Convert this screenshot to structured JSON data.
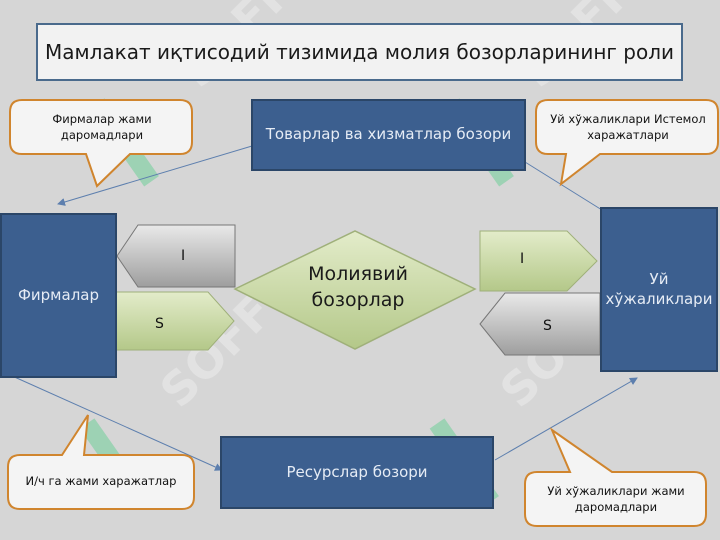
{
  "title": "Мамлакат иқтисодий тизимида молия бозорларининг роли",
  "boxes": {
    "goods_market": "Товарлар ва хизматлар бозори",
    "firms": "Фирмалар",
    "households": "Уй хўжаликлари",
    "resource_market": "Ресурслар бозори"
  },
  "center": "Молиявий бозорлар",
  "callouts": {
    "firms_income": "Фирмалар жами даромадлари",
    "household_spending": "Уй хўжаликлари Истемол харажатлари",
    "production_costs": "И/ч га жами харажатлар",
    "household_income": "Уй хўжаликлари жами даромадлари"
  },
  "arrows": {
    "left_top": "I",
    "left_bottom": "S",
    "right_top": "I",
    "right_bottom": "S"
  },
  "watermark": "SOFF",
  "colors": {
    "background": "#d6d6d6",
    "box_blue": "#3c5f8f",
    "callout_border": "#d0852e",
    "diamond_fill": "#c3d39a",
    "watermark_green": "#6fcf9a"
  }
}
